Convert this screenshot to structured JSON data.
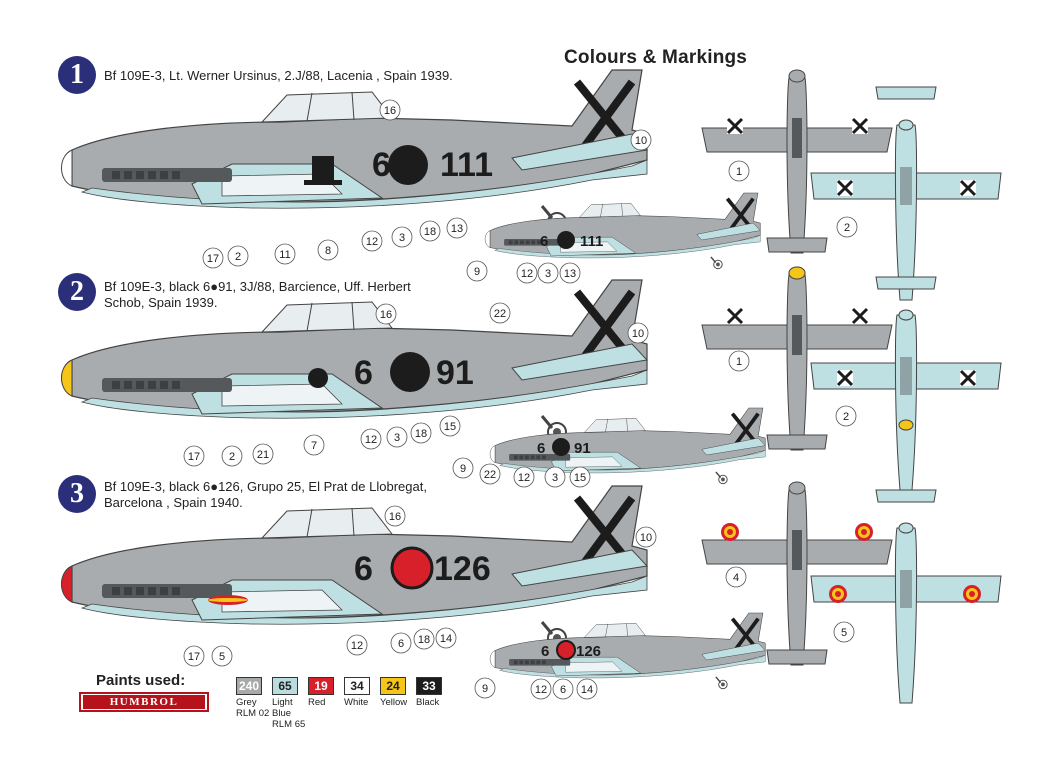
{
  "title": "Colours & Markings",
  "schemes": [
    {
      "number": "1",
      "description_line1": "Bf 109E-3, Lt. Werner Ursinus, 2.J/88, Lacenia , Spain 1939.",
      "description_line2": ""
    },
    {
      "number": "2",
      "description_line1": "Bf 109E-3, black 6●91, 3J/88, Barcience, Uff. Herbert",
      "description_line2": "Schob, Spain 1939."
    },
    {
      "number": "3",
      "description_line1": "Bf 109E-3, black 6●126, Grupo 25, El Prat de Llobregat,",
      "description_line2": "Barcelona , Spain 1940."
    }
  ],
  "aircraft_codes": {
    "s1_left": "6",
    "s1_right": "111",
    "s2_left": "6",
    "s2_right": "91",
    "s3_left": "6",
    "s3_right": "126"
  },
  "callouts": {
    "s1": [
      "16",
      "10",
      "17",
      "2",
      "11",
      "8",
      "12",
      "3",
      "18",
      "13",
      "9",
      "12",
      "3",
      "13",
      "1",
      "2"
    ],
    "s2": [
      "16",
      "22",
      "10",
      "17",
      "2",
      "21",
      "7",
      "12",
      "3",
      "18",
      "15",
      "9",
      "22",
      "12",
      "3",
      "15",
      "1",
      "2"
    ],
    "s3": [
      "16",
      "10",
      "17",
      "5",
      "12",
      "6",
      "18",
      "14",
      "9",
      "12",
      "6",
      "14",
      "4",
      "5"
    ]
  },
  "paints": {
    "label": "Paints used:",
    "brand": "HUMBROL",
    "items": [
      {
        "code": "240",
        "name_lines": [
          "Grey",
          "RLM 02"
        ],
        "color": "#a7aaa9",
        "text_color": "#ffffff"
      },
      {
        "code": "65",
        "name_lines": [
          "Light",
          "Blue",
          "RLM 65"
        ],
        "color": "#b9dcde",
        "text_color": "#222222"
      },
      {
        "code": "19",
        "name_lines": [
          "Red"
        ],
        "color": "#d7202a",
        "text_color": "#ffffff"
      },
      {
        "code": "34",
        "name_lines": [
          "White"
        ],
        "color": "#ffffff",
        "text_color": "#222222"
      },
      {
        "code": "24",
        "name_lines": [
          "Yellow"
        ],
        "color": "#f5c51a",
        "text_color": "#222222"
      },
      {
        "code": "33",
        "name_lines": [
          "Black"
        ],
        "color": "#1c1c1c",
        "text_color": "#ffffff"
      }
    ]
  },
  "colors": {
    "grey": "#a9acae",
    "light_blue": "#bfe0e2",
    "dark_grey": "#55595c",
    "badge": "#2b2f7a"
  }
}
